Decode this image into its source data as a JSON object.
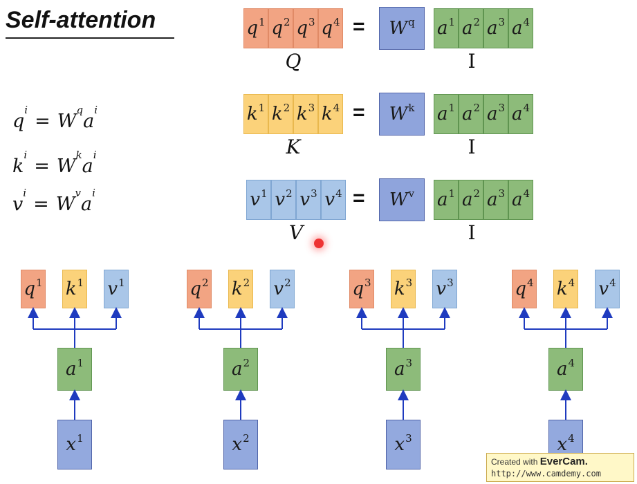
{
  "title": "Self-attention",
  "equations": [
    {
      "id": "q",
      "lhs": [
        "q1",
        "q2",
        "q3",
        "q4"
      ],
      "lhs_label": "Q",
      "w": "W",
      "w_sup": "q",
      "rhs": [
        "a1",
        "a2",
        "a3",
        "a4"
      ],
      "rhs_label": "I"
    },
    {
      "id": "k",
      "lhs": [
        "k1",
        "k2",
        "k3",
        "k4"
      ],
      "lhs_label": "K",
      "w": "W",
      "w_sup": "k",
      "rhs": [
        "a1",
        "a2",
        "a3",
        "a4"
      ],
      "rhs_label": "I"
    },
    {
      "id": "v",
      "lhs": [
        "v1",
        "v2",
        "v3",
        "v4"
      ],
      "lhs_label": "V",
      "w": "W",
      "w_sup": "v",
      "rhs": [
        "a1",
        "a2",
        "a3",
        "a4"
      ],
      "rhs_label": "I"
    }
  ],
  "equals": "=",
  "formulas": [
    {
      "lhs": "q",
      "sup": "i",
      "w": "W",
      "wsup": "q",
      "a": "a",
      "asup": "i"
    },
    {
      "lhs": "k",
      "sup": "i",
      "w": "W",
      "wsup": "k",
      "a": "a",
      "asup": "i"
    },
    {
      "lhs": "v",
      "sup": "i",
      "w": "W",
      "wsup": "v",
      "a": "a",
      "asup": "i"
    }
  ],
  "columns": [
    {
      "idx": "1",
      "q": "q",
      "k": "k",
      "v": "v",
      "a": "a",
      "x": "x"
    },
    {
      "idx": "2",
      "q": "q",
      "k": "k",
      "v": "v",
      "a": "a",
      "x": "x"
    },
    {
      "idx": "3",
      "q": "q",
      "k": "k",
      "v": "v",
      "a": "a",
      "x": "x"
    },
    {
      "idx": "4",
      "q": "q",
      "k": "k",
      "v": "v",
      "a": "a",
      "x": "x"
    }
  ],
  "watermark": {
    "line1": "Created with",
    "brand": "EverCam.",
    "url": "http://www.camdemy.com"
  },
  "colors": {
    "q": "#f2a483",
    "k": "#fbd27a",
    "v": "#a9c6e8",
    "a": "#8dbb7a",
    "w": "#8fa4dc",
    "x": "#93a9de",
    "arrow": "#1f3bbf"
  }
}
